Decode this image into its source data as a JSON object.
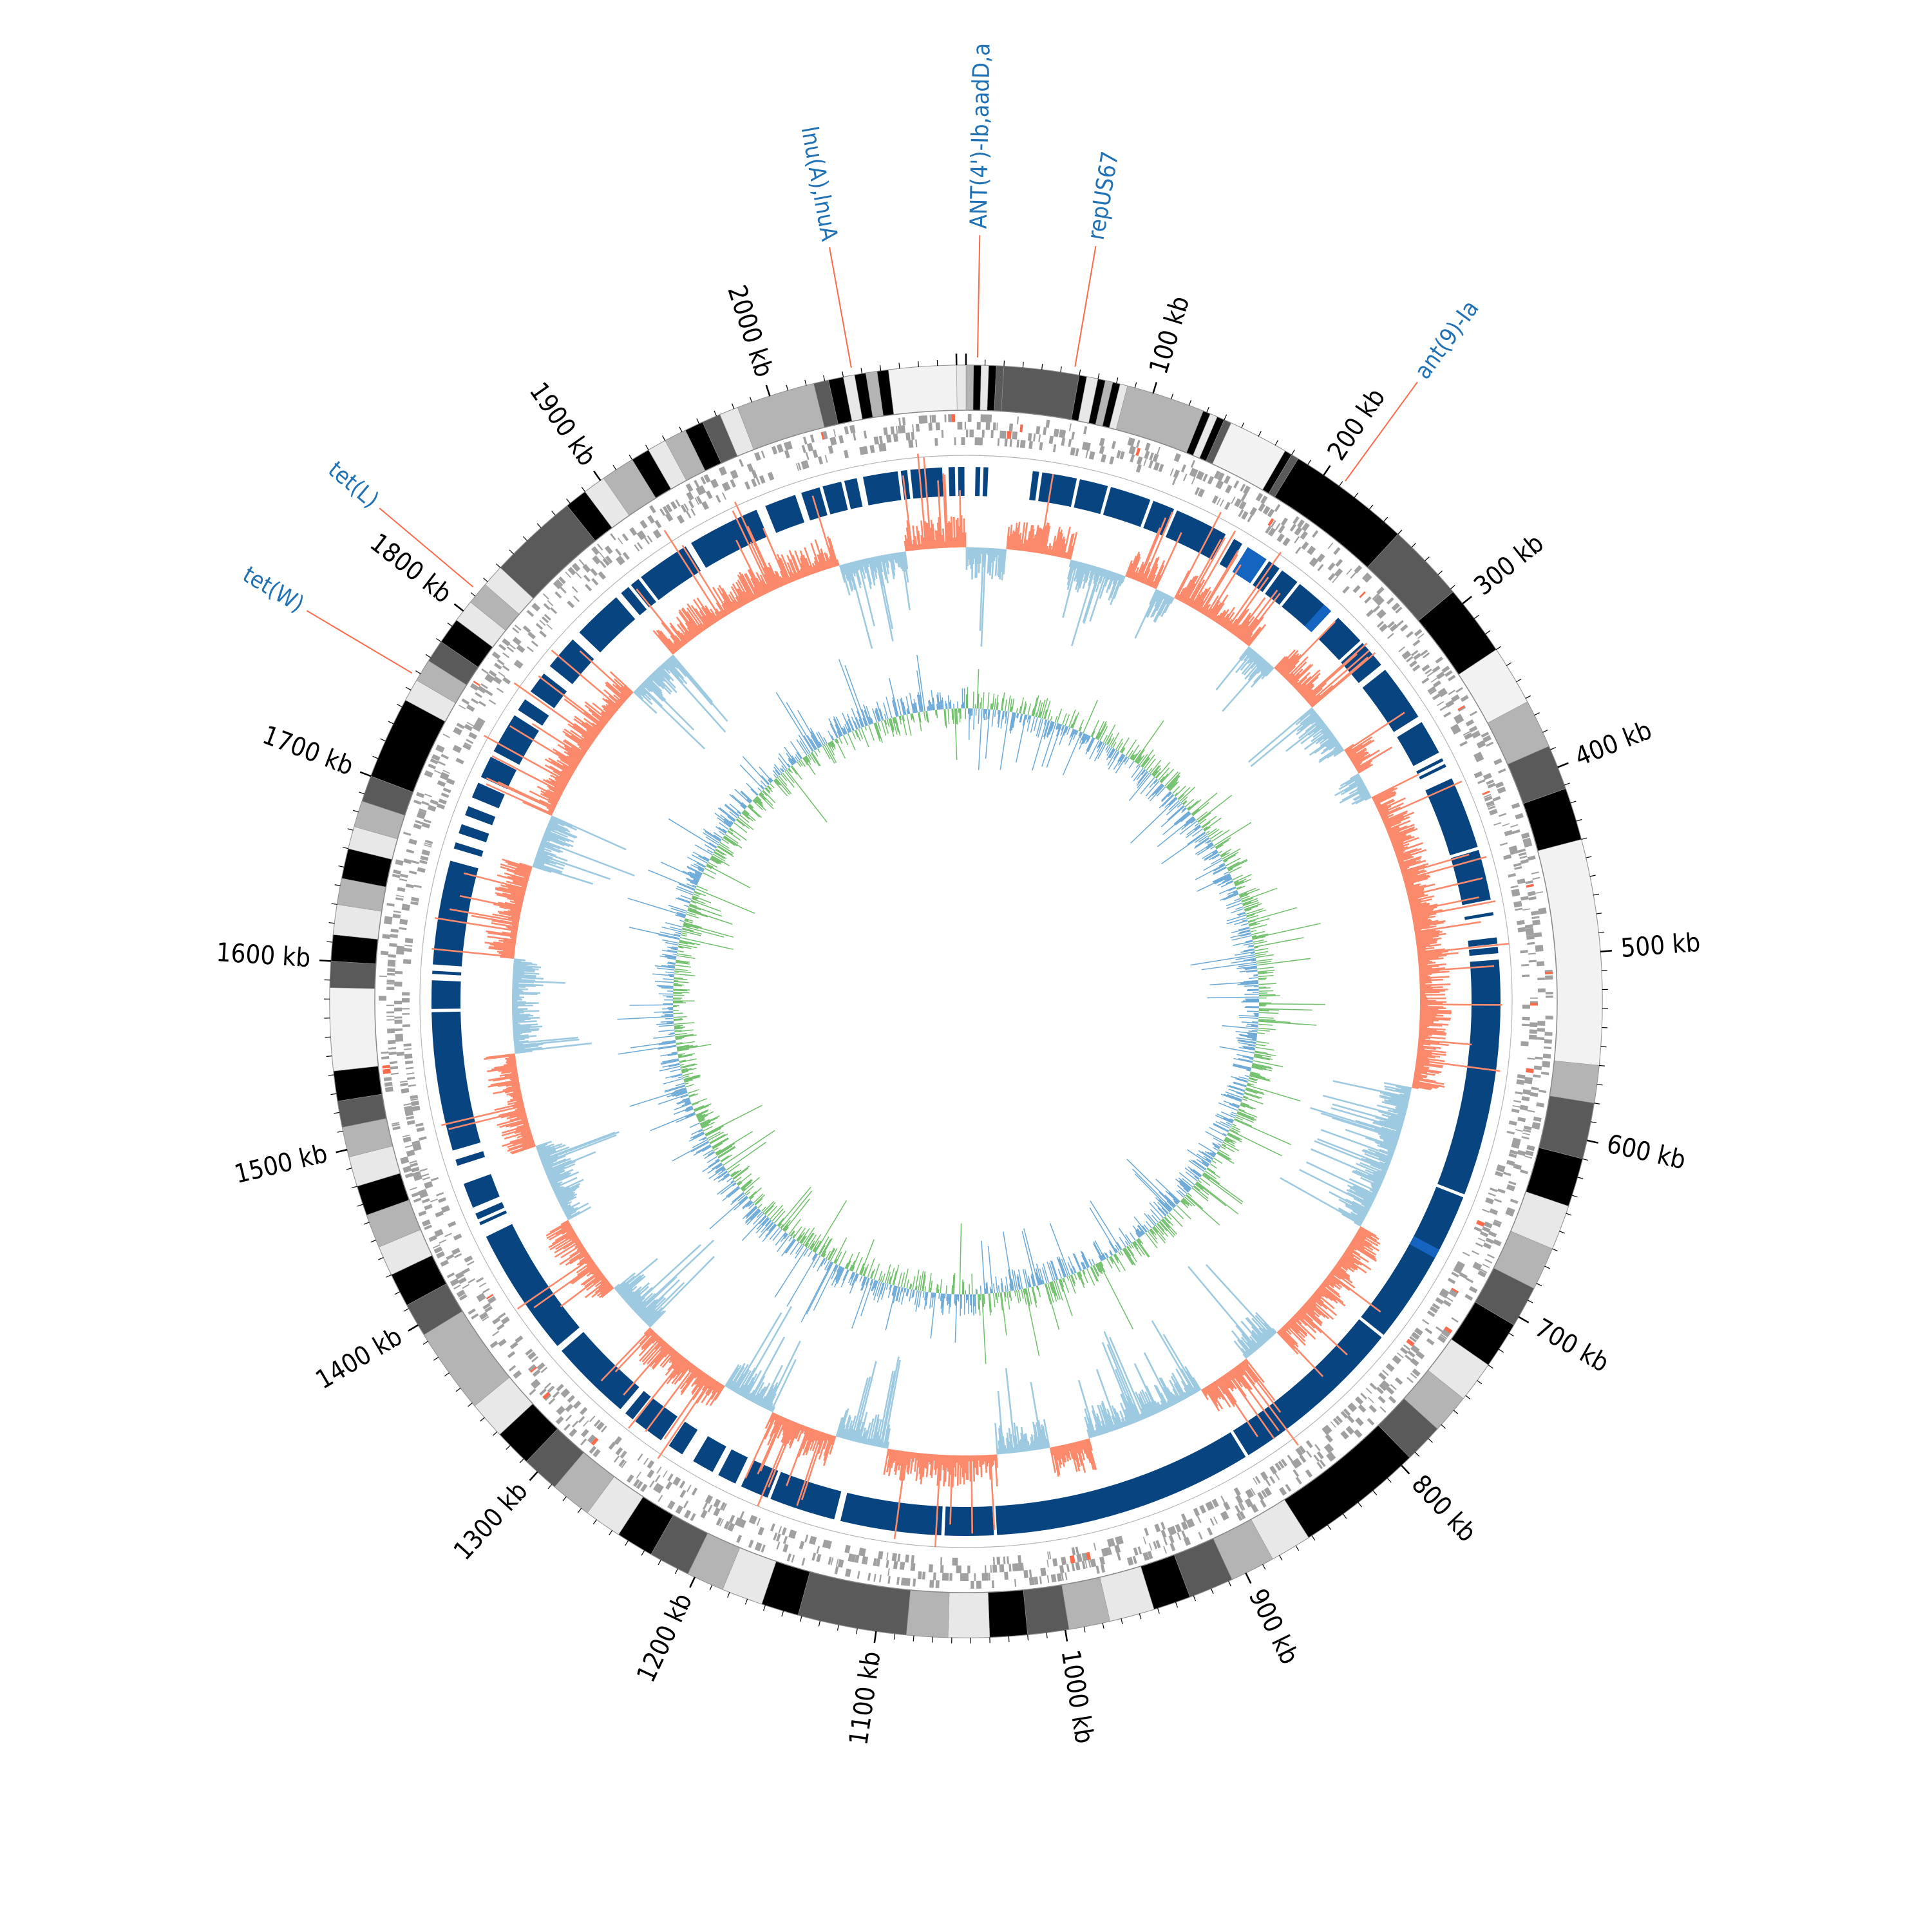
{
  "colors": {
    "contig_shades": [
      "#000000",
      "#5a5a5a",
      "#b4b4b4",
      "#e8e8e8",
      "#f2f2f2"
    ],
    "gene_track": "#a0a0a0",
    "block_track": "#08447f",
    "block_accent": "#1565c0",
    "gc_pos": "#fb8a6c",
    "gc_neg": "#9ecae1",
    "skew_pos": "#6fbf6a",
    "skew_neg": "#6aa8d6",
    "label_line": "#fb6a4a",
    "label_text": "#2171b5",
    "tick": "#000000"
  },
  "genome_size_kb": 2105,
  "ticks": [
    {
      "kb": 100,
      "label": "100 kb"
    },
    {
      "kb": 200,
      "label": "200 kb"
    },
    {
      "kb": 300,
      "label": "300 kb"
    },
    {
      "kb": 400,
      "label": "400 kb"
    },
    {
      "kb": 500,
      "label": "500 kb"
    },
    {
      "kb": 600,
      "label": "600 kb"
    },
    {
      "kb": 700,
      "label": "700 kb"
    },
    {
      "kb": 800,
      "label": "800 kb"
    },
    {
      "kb": 900,
      "label": "900 kb"
    },
    {
      "kb": 1000,
      "label": "1000 kb"
    },
    {
      "kb": 1100,
      "label": "1100 kb"
    },
    {
      "kb": 1200,
      "label": "1200 kb"
    },
    {
      "kb": 1300,
      "label": "1300 kb"
    },
    {
      "kb": 1400,
      "label": "1400 kb"
    },
    {
      "kb": 1500,
      "label": "1500 kb"
    },
    {
      "kb": 1600,
      "label": "1600 kb"
    },
    {
      "kb": 1700,
      "label": "1700 kb"
    },
    {
      "kb": 1800,
      "label": "1800 kb"
    },
    {
      "kb": 1900,
      "label": "1900 kb"
    },
    {
      "kb": 2000,
      "label": "2000 kb"
    }
  ],
  "gene_labels": [
    {
      "name": "lnu(A),lnuA",
      "kb": 2045
    },
    {
      "name": "ANT(4')-Ib,aadD,a",
      "kb": 6
    },
    {
      "name": "repUS67",
      "kb": 57
    },
    {
      "name": "ant(9)-Ia",
      "kb": 211
    },
    {
      "name": "tet(L)",
      "kb": 1813
    },
    {
      "name": "tet(W)",
      "kb": 1758
    }
  ],
  "contigs": [
    {
      "start": 0,
      "end": 4,
      "shade": 2
    },
    {
      "start": 4,
      "end": 8,
      "shade": 0
    },
    {
      "start": 8,
      "end": 12,
      "shade": 3
    },
    {
      "start": 12,
      "end": 16,
      "shade": 0
    },
    {
      "start": 16,
      "end": 20,
      "shade": 1
    },
    {
      "start": 20,
      "end": 60,
      "shade": 1
    },
    {
      "start": 60,
      "end": 64,
      "shade": 0
    },
    {
      "start": 64,
      "end": 70,
      "shade": 3
    },
    {
      "start": 70,
      "end": 74,
      "shade": 0
    },
    {
      "start": 74,
      "end": 78,
      "shade": 2
    },
    {
      "start": 78,
      "end": 82,
      "shade": 0
    },
    {
      "start": 82,
      "end": 86,
      "shade": 3
    },
    {
      "start": 86,
      "end": 128,
      "shade": 2
    },
    {
      "start": 128,
      "end": 132,
      "shade": 0
    },
    {
      "start": 132,
      "end": 136,
      "shade": 3
    },
    {
      "start": 136,
      "end": 140,
      "shade": 0
    },
    {
      "start": 140,
      "end": 144,
      "shade": 1
    },
    {
      "start": 144,
      "end": 176,
      "shade": 4
    },
    {
      "start": 176,
      "end": 180,
      "shade": 0
    },
    {
      "start": 180,
      "end": 184,
      "shade": 1
    },
    {
      "start": 184,
      "end": 250,
      "shade": 0
    },
    {
      "start": 250,
      "end": 292,
      "shade": 1
    },
    {
      "start": 292,
      "end": 330,
      "shade": 0
    },
    {
      "start": 330,
      "end": 362,
      "shade": 4
    },
    {
      "start": 362,
      "end": 388,
      "shade": 2
    },
    {
      "start": 388,
      "end": 412,
      "shade": 1
    },
    {
      "start": 412,
      "end": 440,
      "shade": 0
    },
    {
      "start": 440,
      "end": 560,
      "shade": 4
    },
    {
      "start": 560,
      "end": 580,
      "shade": 2
    },
    {
      "start": 580,
      "end": 610,
      "shade": 1
    },
    {
      "start": 610,
      "end": 636,
      "shade": 0
    },
    {
      "start": 636,
      "end": 660,
      "shade": 3
    },
    {
      "start": 660,
      "end": 683,
      "shade": 2
    },
    {
      "start": 683,
      "end": 705,
      "shade": 1
    },
    {
      "start": 705,
      "end": 730,
      "shade": 0
    },
    {
      "start": 730,
      "end": 752,
      "shade": 3
    },
    {
      "start": 752,
      "end": 773,
      "shade": 2
    },
    {
      "start": 773,
      "end": 794,
      "shade": 1
    },
    {
      "start": 794,
      "end": 862,
      "shade": 0
    },
    {
      "start": 862,
      "end": 884,
      "shade": 3
    },
    {
      "start": 884,
      "end": 908,
      "shade": 2
    },
    {
      "start": 908,
      "end": 932,
      "shade": 1
    },
    {
      "start": 932,
      "end": 952,
      "shade": 0
    },
    {
      "start": 952,
      "end": 976,
      "shade": 3
    },
    {
      "start": 976,
      "end": 998,
      "shade": 2
    },
    {
      "start": 998,
      "end": 1020,
      "shade": 1
    },
    {
      "start": 1020,
      "end": 1040,
      "shade": 0
    },
    {
      "start": 1040,
      "end": 1062,
      "shade": 3
    },
    {
      "start": 1062,
      "end": 1084,
      "shade": 2
    },
    {
      "start": 1084,
      "end": 1142,
      "shade": 1
    },
    {
      "start": 1142,
      "end": 1162,
      "shade": 0
    },
    {
      "start": 1162,
      "end": 1184,
      "shade": 3
    },
    {
      "start": 1184,
      "end": 1204,
      "shade": 2
    },
    {
      "start": 1204,
      "end": 1226,
      "shade": 1
    },
    {
      "start": 1226,
      "end": 1246,
      "shade": 0
    },
    {
      "start": 1246,
      "end": 1266,
      "shade": 3
    },
    {
      "start": 1266,
      "end": 1288,
      "shade": 2
    },
    {
      "start": 1288,
      "end": 1308,
      "shade": 1
    },
    {
      "start": 1308,
      "end": 1328,
      "shade": 0
    },
    {
      "start": 1328,
      "end": 1348,
      "shade": 3
    },
    {
      "start": 1348,
      "end": 1394,
      "shade": 2
    },
    {
      "start": 1394,
      "end": 1412,
      "shade": 1
    },
    {
      "start": 1412,
      "end": 1430,
      "shade": 0
    },
    {
      "start": 1430,
      "end": 1446,
      "shade": 3
    },
    {
      "start": 1446,
      "end": 1464,
      "shade": 2
    },
    {
      "start": 1464,
      "end": 1480,
      "shade": 0
    },
    {
      "start": 1480,
      "end": 1496,
      "shade": 3
    },
    {
      "start": 1496,
      "end": 1512,
      "shade": 2
    },
    {
      "start": 1512,
      "end": 1526,
      "shade": 1
    },
    {
      "start": 1526,
      "end": 1542,
      "shade": 0
    },
    {
      "start": 1542,
      "end": 1586,
      "shade": 4
    },
    {
      "start": 1586,
      "end": 1600,
      "shade": 1
    },
    {
      "start": 1600,
      "end": 1614,
      "shade": 0
    },
    {
      "start": 1614,
      "end": 1630,
      "shade": 3
    },
    {
      "start": 1630,
      "end": 1644,
      "shade": 2
    },
    {
      "start": 1644,
      "end": 1660,
      "shade": 0
    },
    {
      "start": 1660,
      "end": 1672,
      "shade": 3
    },
    {
      "start": 1672,
      "end": 1686,
      "shade": 2
    },
    {
      "start": 1686,
      "end": 1700,
      "shade": 1
    },
    {
      "start": 1700,
      "end": 1744,
      "shade": 0
    },
    {
      "start": 1744,
      "end": 1756,
      "shade": 3
    },
    {
      "start": 1756,
      "end": 1768,
      "shade": 2
    },
    {
      "start": 1768,
      "end": 1780,
      "shade": 1
    },
    {
      "start": 1780,
      "end": 1794,
      "shade": 0
    },
    {
      "start": 1794,
      "end": 1806,
      "shade": 3
    },
    {
      "start": 1806,
      "end": 1818,
      "shade": 2
    },
    {
      "start": 1818,
      "end": 1830,
      "shade": 3
    },
    {
      "start": 1830,
      "end": 1878,
      "shade": 1
    },
    {
      "start": 1878,
      "end": 1890,
      "shade": 0
    },
    {
      "start": 1890,
      "end": 1902,
      "shade": 3
    },
    {
      "start": 1902,
      "end": 1920,
      "shade": 2
    },
    {
      "start": 1920,
      "end": 1930,
      "shade": 0
    },
    {
      "start": 1930,
      "end": 1940,
      "shade": 3
    },
    {
      "start": 1940,
      "end": 1952,
      "shade": 2
    },
    {
      "start": 1952,
      "end": 1962,
      "shade": 0
    },
    {
      "start": 1962,
      "end": 1972,
      "shade": 1
    },
    {
      "start": 1972,
      "end": 1982,
      "shade": 3
    },
    {
      "start": 1982,
      "end": 2024,
      "shade": 2
    },
    {
      "start": 2024,
      "end": 2032,
      "shade": 1
    },
    {
      "start": 2032,
      "end": 2040,
      "shade": 0
    },
    {
      "start": 2040,
      "end": 2046,
      "shade": 3
    },
    {
      "start": 2046,
      "end": 2052,
      "shade": 0
    },
    {
      "start": 2052,
      "end": 2058,
      "shade": 2
    },
    {
      "start": 2058,
      "end": 2064,
      "shade": 0
    },
    {
      "start": 2064,
      "end": 2100,
      "shade": 4
    },
    {
      "start": 2100,
      "end": 2105,
      "shade": 3
    }
  ],
  "blocks": [
    {
      "start": 2000,
      "end": 2012
    },
    {
      "start": 2014,
      "end": 2026
    },
    {
      "start": 2028,
      "end": 2036
    },
    {
      "start": 2040,
      "end": 2062
    },
    {
      "start": 2064,
      "end": 2068
    },
    {
      "start": 2070,
      "end": 2090
    },
    {
      "start": 2094,
      "end": 2098
    },
    {
      "start": 2100,
      "end": 2104
    },
    {
      "start": 6,
      "end": 9
    },
    {
      "start": 11,
      "end": 14
    },
    {
      "start": 42,
      "end": 46
    },
    {
      "start": 48,
      "end": 70
    },
    {
      "start": 72,
      "end": 90
    },
    {
      "start": 92,
      "end": 118
    },
    {
      "start": 120,
      "end": 134
    },
    {
      "start": 136,
      "end": 170
    },
    {
      "start": 176,
      "end": 182
    },
    {
      "start": 186,
      "end": 200
    },
    {
      "start": 202,
      "end": 210
    },
    {
      "start": 212,
      "end": 224
    },
    {
      "start": 226,
      "end": 250
    },
    {
      "start": 258,
      "end": 278
    },
    {
      "start": 280,
      "end": 298
    },
    {
      "start": 302,
      "end": 338
    },
    {
      "start": 342,
      "end": 364
    },
    {
      "start": 368,
      "end": 370
    },
    {
      "start": 372,
      "end": 374
    },
    {
      "start": 382,
      "end": 428
    },
    {
      "start": 430,
      "end": 462
    },
    {
      "start": 470,
      "end": 472
    },
    {
      "start": 486,
      "end": 490
    },
    {
      "start": 492,
      "end": 496
    },
    {
      "start": 500,
      "end": 650
    },
    {
      "start": 652,
      "end": 752
    },
    {
      "start": 754,
      "end": 866
    },
    {
      "start": 868,
      "end": 1033
    },
    {
      "start": 1035,
      "end": 1066
    },
    {
      "start": 1068,
      "end": 1132
    },
    {
      "start": 1136,
      "end": 1178
    },
    {
      "start": 1180,
      "end": 1198
    },
    {
      "start": 1202,
      "end": 1214
    },
    {
      "start": 1218,
      "end": 1232
    },
    {
      "start": 1240,
      "end": 1250
    },
    {
      "start": 1256,
      "end": 1276
    },
    {
      "start": 1278,
      "end": 1284
    },
    {
      "start": 1288,
      "end": 1340
    },
    {
      "start": 1344,
      "end": 1426
    },
    {
      "start": 1434,
      "end": 1436
    },
    {
      "start": 1438,
      "end": 1442
    },
    {
      "start": 1446,
      "end": 1462
    },
    {
      "start": 1474,
      "end": 1478
    },
    {
      "start": 1484,
      "end": 1572
    },
    {
      "start": 1574,
      "end": 1592
    },
    {
      "start": 1596,
      "end": 1598
    },
    {
      "start": 1602,
      "end": 1668
    },
    {
      "start": 1676,
      "end": 1680
    },
    {
      "start": 1686,
      "end": 1692
    },
    {
      "start": 1698,
      "end": 1704
    },
    {
      "start": 1710,
      "end": 1720
    },
    {
      "start": 1724,
      "end": 1738
    },
    {
      "start": 1742,
      "end": 1768
    },
    {
      "start": 1772,
      "end": 1780
    },
    {
      "start": 1786,
      "end": 1800
    },
    {
      "start": 1806,
      "end": 1828
    },
    {
      "start": 1834,
      "end": 1866
    },
    {
      "start": 1870,
      "end": 1876
    },
    {
      "start": 1878,
      "end": 1884
    },
    {
      "start": 1886,
      "end": 1920
    },
    {
      "start": 1924,
      "end": 1970
    },
    {
      "start": 1976,
      "end": 1996
    }
  ],
  "gc_regions": [
    {
      "start": 0,
      "end": 30,
      "sign": -1
    },
    {
      "start": 30,
      "end": 48,
      "sign": 1
    },
    {
      "start": 48,
      "end": 78,
      "sign": 1
    },
    {
      "start": 78,
      "end": 100,
      "sign": -1
    },
    {
      "start": 100,
      "end": 120,
      "sign": -1
    },
    {
      "start": 145,
      "end": 160,
      "sign": -1
    },
    {
      "start": 205,
      "end": 225,
      "sign": 1
    },
    {
      "start": 225,
      "end": 250,
      "sign": -1
    },
    {
      "start": 250,
      "end": 290,
      "sign": 1
    },
    {
      "start": 290,
      "end": 330,
      "sign": -1
    },
    {
      "start": 330,
      "end": 350,
      "sign": 1
    },
    {
      "start": 350,
      "end": 370,
      "sign": -1
    },
    {
      "start": 370,
      "end": 590,
      "sign": 1
    },
    {
      "start": 590,
      "end": 640,
      "sign": -1
    },
    {
      "start": 640,
      "end": 700,
      "sign": -1
    },
    {
      "start": 700,
      "end": 800,
      "sign": 1
    },
    {
      "start": 800,
      "end": 830,
      "sign": -1
    },
    {
      "start": 830,
      "end": 870,
      "sign": 1
    },
    {
      "start": 870,
      "end": 960,
      "sign": -1
    },
    {
      "start": 960,
      "end": 990,
      "sign": 1
    },
    {
      "start": 990,
      "end": 1030,
      "sign": -1
    },
    {
      "start": 1030,
      "end": 1110,
      "sign": 1
    },
    {
      "start": 1110,
      "end": 1150,
      "sign": -1
    },
    {
      "start": 1150,
      "end": 1200,
      "sign": 1
    },
    {
      "start": 1200,
      "end": 1240,
      "sign": -1
    },
    {
      "start": 1240,
      "end": 1310,
      "sign": 1
    },
    {
      "start": 1310,
      "end": 1350,
      "sign": -1
    },
    {
      "start": 1350,
      "end": 1410,
      "sign": 1
    },
    {
      "start": 1410,
      "end": 1470,
      "sign": -1
    },
    {
      "start": 1470,
      "end": 1540,
      "sign": 1
    },
    {
      "start": 1540,
      "end": 1610,
      "sign": -1
    },
    {
      "start": 1610,
      "end": 1680,
      "sign": 1
    },
    {
      "start": 1680,
      "end": 1720,
      "sign": -1
    },
    {
      "start": 1720,
      "end": 1830,
      "sign": 1
    },
    {
      "start": 1830,
      "end": 1870,
      "sign": -1
    },
    {
      "start": 1870,
      "end": 1900,
      "sign": 1
    },
    {
      "start": 1900,
      "end": 1960,
      "sign": 1
    },
    {
      "start": 1960,
      "end": 2010,
      "sign": 1
    },
    {
      "start": 2010,
      "end": 2060,
      "sign": -1
    },
    {
      "start": 2060,
      "end": 2105,
      "sign": 1
    }
  ]
}
